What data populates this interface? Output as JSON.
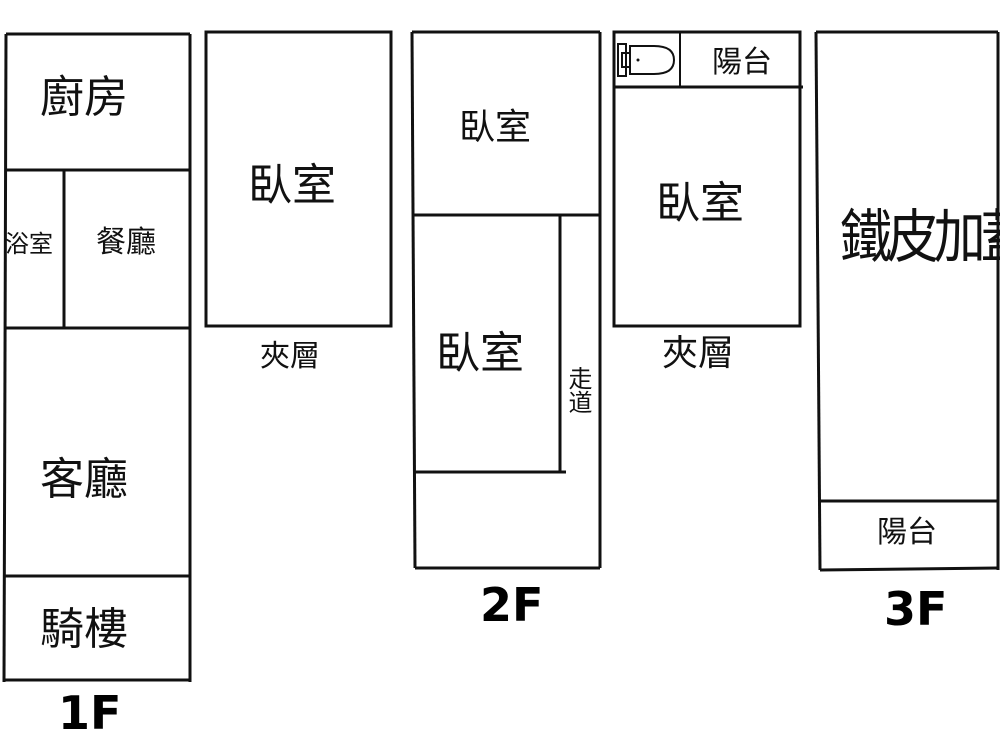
{
  "floors": {
    "f1": {
      "label": "1F",
      "rooms": {
        "kitchen": "廚房",
        "bathroom": "浴室",
        "dining": "餐廳",
        "living": "客廳",
        "arcade": "騎樓"
      }
    },
    "mezz1": {
      "rooms": {
        "bedroom": "臥室"
      },
      "label": "夾層"
    },
    "f2": {
      "label": "2F",
      "rooms": {
        "bedroom_top": "臥室",
        "bedroom_main": "臥室",
        "corridor": "走道"
      }
    },
    "mezz2": {
      "rooms": {
        "balcony": "陽台",
        "bedroom": "臥室",
        "toilet_icon": "toilet"
      },
      "label": "夾層"
    },
    "f3": {
      "label": "3F",
      "rooms": {
        "tin_roof": "鐵皮加蓋",
        "balcony": "陽台"
      }
    }
  }
}
